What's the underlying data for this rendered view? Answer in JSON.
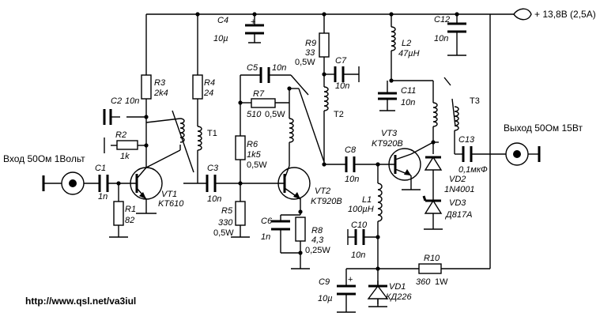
{
  "supply": {
    "label": "+ 13,8В (2,5А)"
  },
  "input": {
    "label": "Вход 50Ом 1Вольт"
  },
  "output": {
    "label": "Выход 50Ом 15Вт"
  },
  "url": "http://www.qsl.net/va3iul",
  "components": {
    "c1": {
      "ref": "C1",
      "value": "1n"
    },
    "c2": {
      "ref": "C2",
      "value": "10n"
    },
    "c3": {
      "ref": "C3",
      "value": "10n"
    },
    "c4": {
      "ref": "C4",
      "value": "10µ",
      "polarity": "+"
    },
    "c5": {
      "ref": "C5",
      "value": "10n"
    },
    "c6": {
      "ref": "C6",
      "value": "1n"
    },
    "c7": {
      "ref": "C7",
      "value": "10n"
    },
    "c8": {
      "ref": "C8",
      "value": "10n"
    },
    "c9": {
      "ref": "C9",
      "value": "10µ",
      "polarity": "+"
    },
    "c10": {
      "ref": "C10",
      "value": "10n"
    },
    "c11": {
      "ref": "C11",
      "value": "10n"
    },
    "c12": {
      "ref": "C12",
      "value": "10n"
    },
    "c13": {
      "ref": "C13",
      "value": "0,1мкФ"
    },
    "r1": {
      "ref": "R1",
      "value": "82"
    },
    "r2": {
      "ref": "R2",
      "value": "1k"
    },
    "r3": {
      "ref": "R3",
      "value": "2k4"
    },
    "r4": {
      "ref": "R4",
      "value": "24"
    },
    "r5": {
      "ref": "R5",
      "value": "330",
      "power": "0,5W"
    },
    "r6": {
      "ref": "R6",
      "value": "1k5",
      "power": "0,5W"
    },
    "r7": {
      "ref": "R7",
      "value": "510",
      "power": "0,5W"
    },
    "r8": {
      "ref": "R8",
      "value": "4,3",
      "power": "0,25W"
    },
    "r9": {
      "ref": "R9",
      "value": "33",
      "power": "0,5W"
    },
    "r10": {
      "ref": "R10",
      "value": "360",
      "power": "1W"
    },
    "l1": {
      "ref": "L1",
      "value": "100µH"
    },
    "l2": {
      "ref": "L2",
      "value": "47µH"
    },
    "t1": {
      "ref": "T1"
    },
    "t2": {
      "ref": "T2"
    },
    "t3": {
      "ref": "T3"
    },
    "vt1": {
      "ref": "VT1",
      "part": "KT610"
    },
    "vt2": {
      "ref": "VT2",
      "part": "KT920B"
    },
    "vt3": {
      "ref": "VT3",
      "part": "KT920B"
    },
    "vd1": {
      "ref": "VD1",
      "part": "КД226"
    },
    "vd2": {
      "ref": "VD2",
      "part": "1N4001"
    },
    "vd3": {
      "ref": "VD3",
      "part": "Д817А"
    }
  }
}
